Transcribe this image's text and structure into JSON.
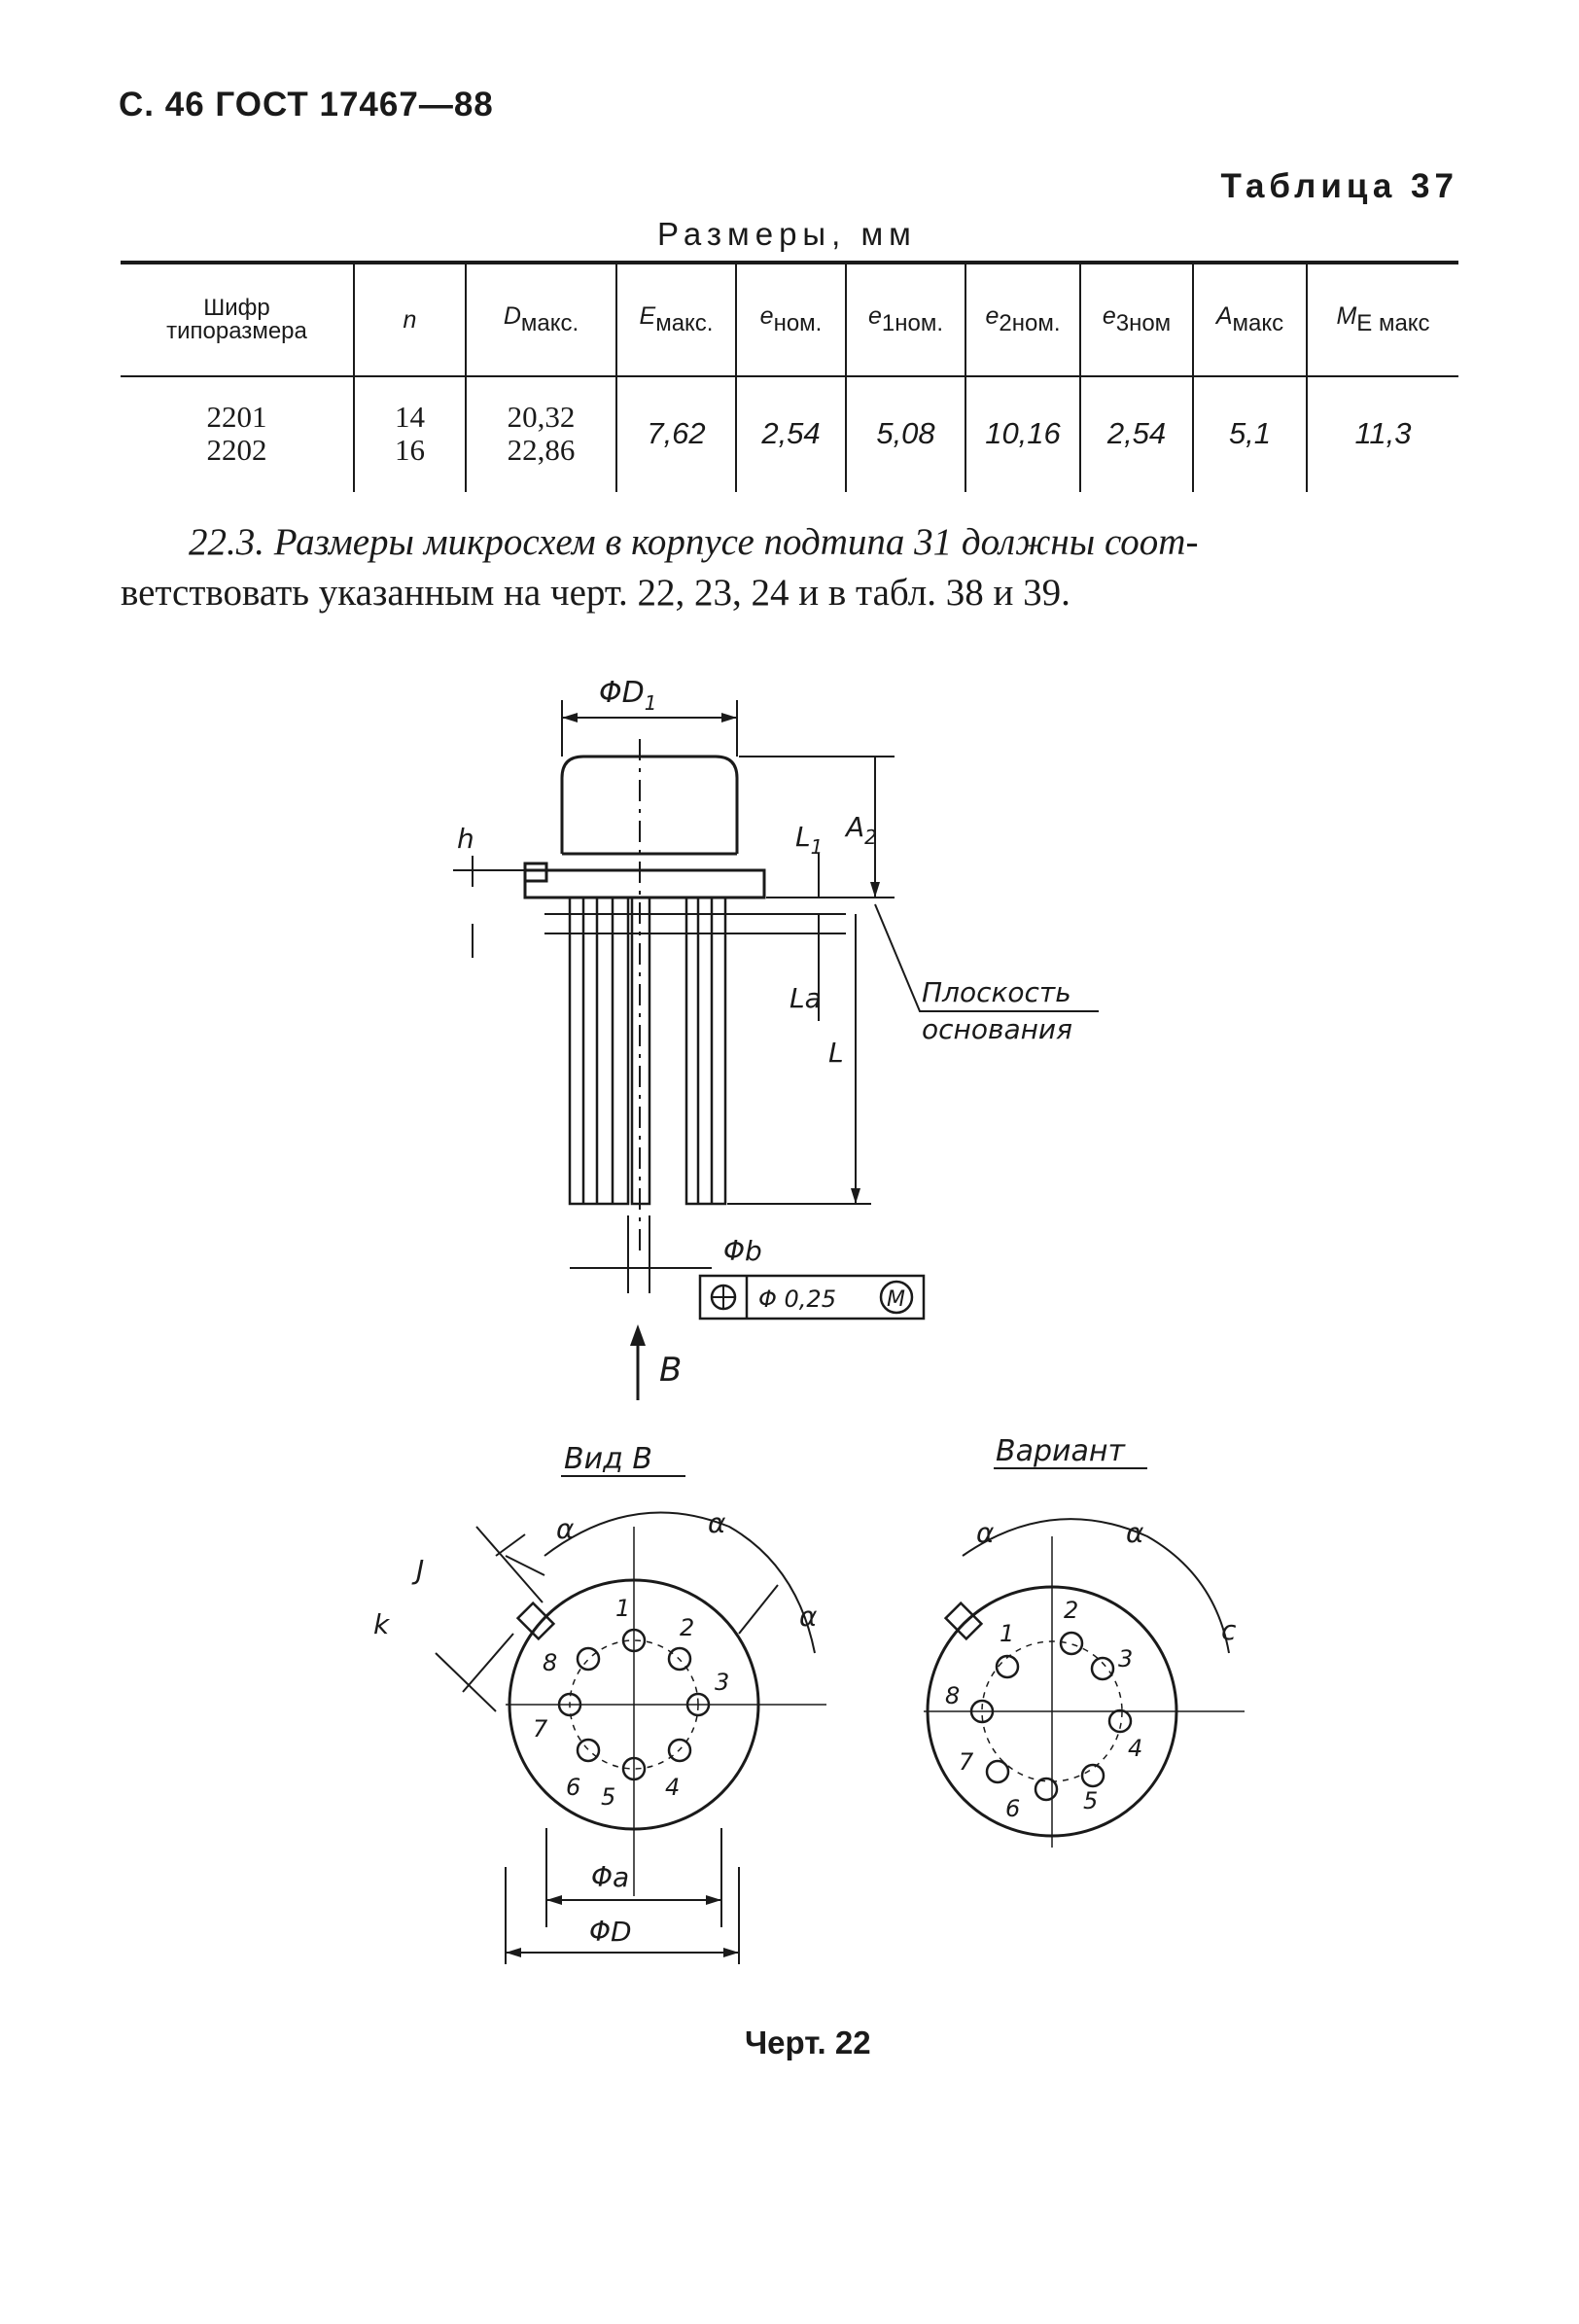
{
  "header": {
    "running_head": "С. 46 ГОСТ 17467—88"
  },
  "table": {
    "number": "Таблица 37",
    "caption": "Размеры, мм",
    "columns": [
      {
        "line1": "Шифр",
        "line2": "типоразмера"
      },
      {
        "sym": "n",
        "sub": ""
      },
      {
        "sym": "D",
        "sub": "макс."
      },
      {
        "sym": "E",
        "sub": "макс."
      },
      {
        "sym": "e",
        "sub": "ном."
      },
      {
        "sym": "e",
        "sub": "1ном."
      },
      {
        "sym": "e",
        "sub": "2ном."
      },
      {
        "sym": "e",
        "sub": "3ном"
      },
      {
        "sym": "A",
        "sub": "макс"
      },
      {
        "sym": "M",
        "sub": "E макс"
      }
    ],
    "row": {
      "codes": [
        "2201",
        "2202"
      ],
      "n": [
        "14",
        "16"
      ],
      "d_max": [
        "20,32",
        "22,86"
      ],
      "e_max": "7,62",
      "e_nom": "2,54",
      "e1_nom": "5,08",
      "e2_nom": "10,16",
      "e3_nom": "2,54",
      "a_max": "5,1",
      "me_max": "11,3"
    }
  },
  "paragraph": {
    "lead": "22.3. Размеры микросхем в корпусе подтипа 31 должны соот-",
    "rest": "ветствовать указанным на черт. 22, 23, 24 и в табл. 38 и 39."
  },
  "drawing": {
    "label_d1": "ΦD",
    "label_d1_sub": "1",
    "label_h": "h",
    "label_l1": "L",
    "label_l1_sub": "1",
    "label_a2": "A",
    "label_a2_sub": "2",
    "label_la": "La",
    "label_l": "L",
    "base_plane_line1": "Плоскость",
    "base_plane_line2": "основания",
    "label_phi_b": "Φb",
    "tolerance_value": "Φ 0,25",
    "tolerance_modifier": "M",
    "arrow_label": "B",
    "view_title": "Вид B",
    "variant_title": "Вариант",
    "alpha": "α",
    "label_j": "J",
    "label_k": "k",
    "label_c": "c",
    "label_phi_a": "Φa",
    "label_phi_d": "ΦD",
    "pins": [
      "1",
      "2",
      "3",
      "4",
      "5",
      "6",
      "7",
      "8"
    ]
  },
  "figure_caption": "Черт. 22"
}
